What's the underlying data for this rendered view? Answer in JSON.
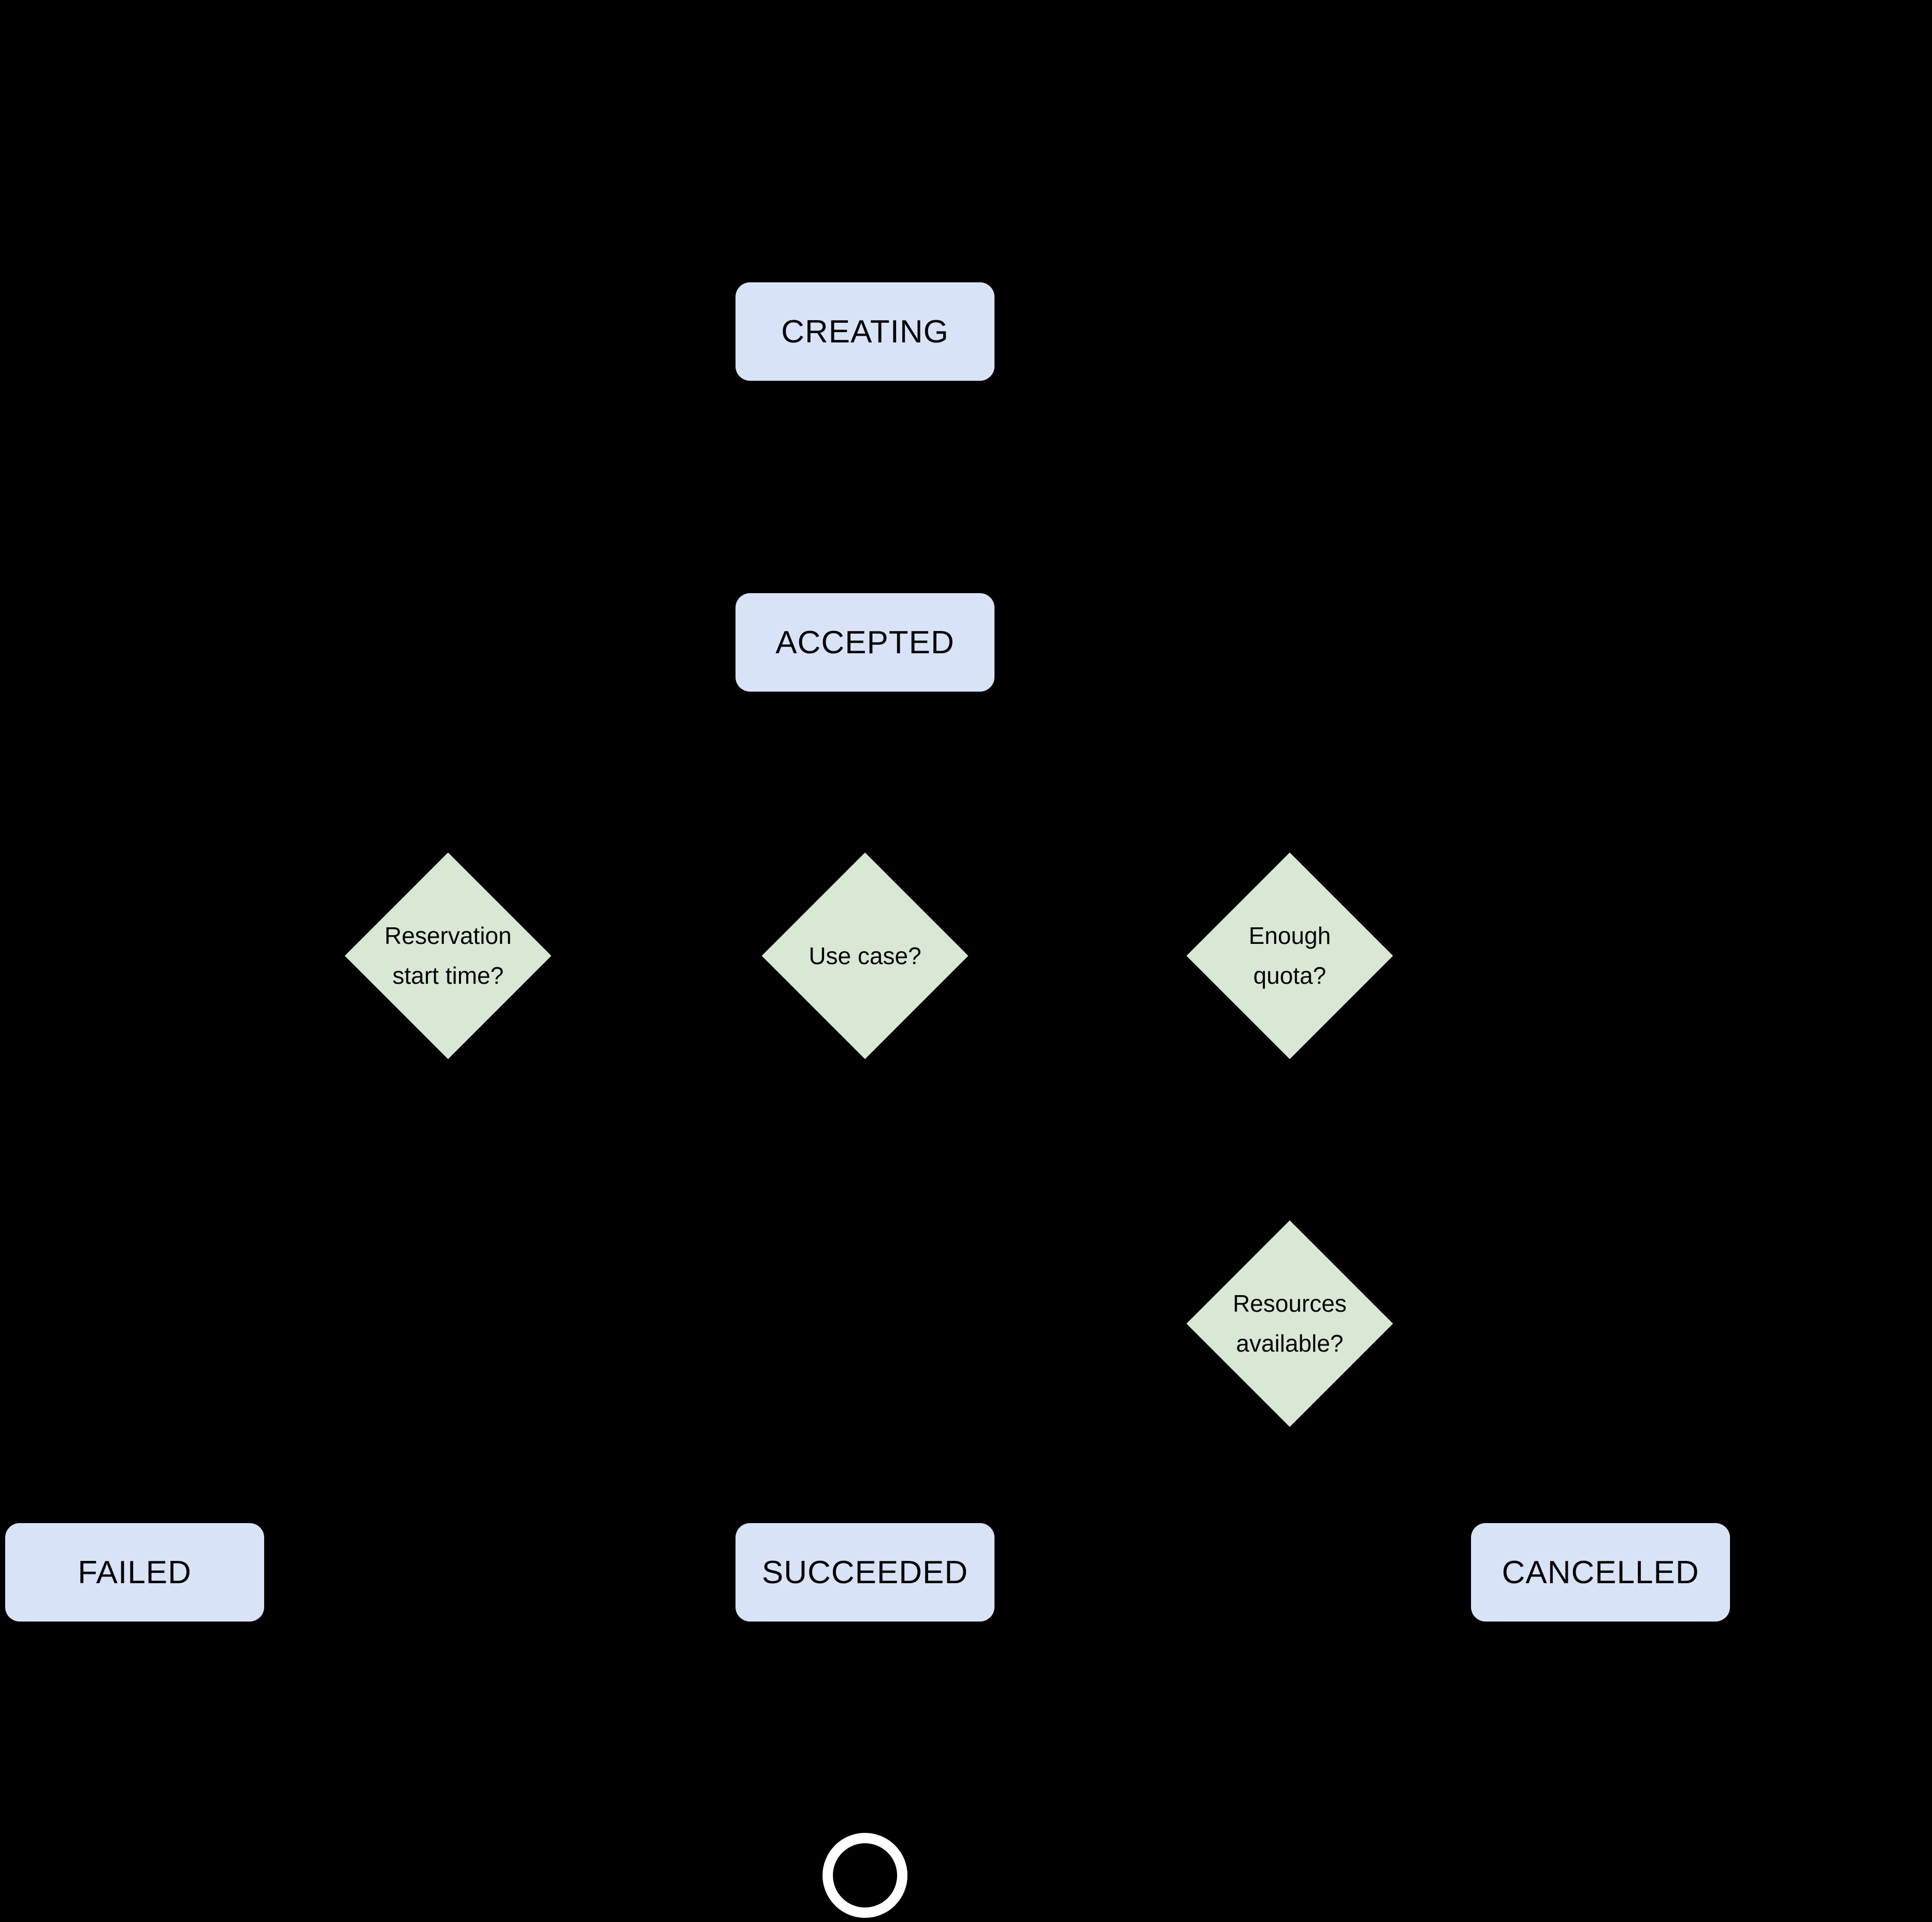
{
  "diagram": {
    "background_color": "#000000",
    "state_fill_color": "#d9e3f8",
    "decision_fill_color": "#d9e8d4",
    "end_terminator_color": "#ffffff",
    "text_color": "#050505",
    "nodes": {
      "creating": {
        "type": "state",
        "label": "CREATING"
      },
      "accepted": {
        "type": "state",
        "label": "ACCEPTED"
      },
      "reservation_start_time": {
        "type": "decision",
        "label_line1": "Reservation",
        "label_line2": "start time?"
      },
      "use_case": {
        "type": "decision",
        "label": "Use case?"
      },
      "enough_quota": {
        "type": "decision",
        "label_line1": "Enough",
        "label_line2": "quota?"
      },
      "resources_available": {
        "type": "decision",
        "label_line1": "Resources",
        "label_line2": "available?"
      },
      "failed": {
        "type": "terminal",
        "label": "FAILED"
      },
      "succeeded": {
        "type": "terminal",
        "label": "SUCCEEDED"
      },
      "cancelled": {
        "type": "terminal",
        "label": "CANCELLED"
      },
      "end": {
        "type": "end-terminator"
      }
    }
  }
}
